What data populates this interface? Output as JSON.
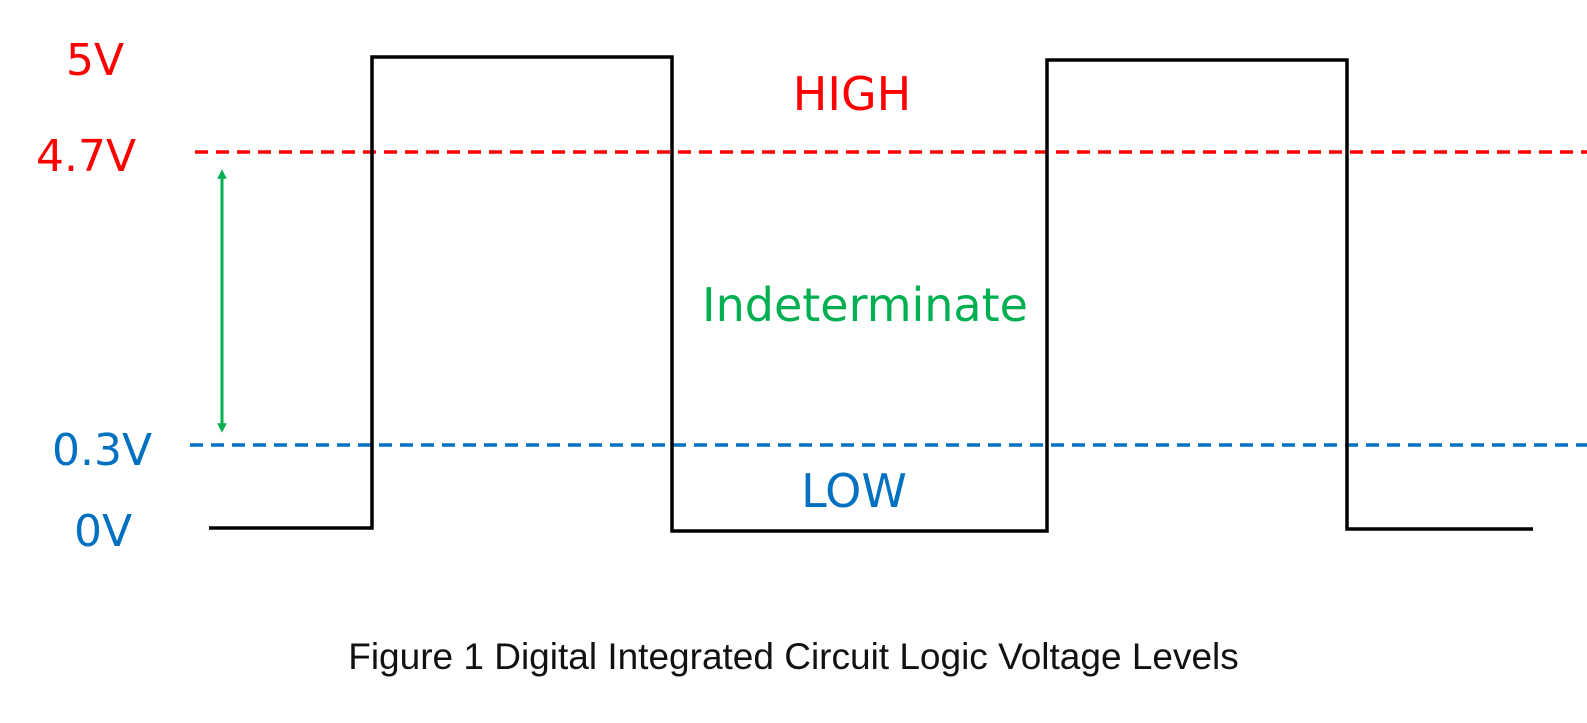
{
  "voltage_levels": [
    {
      "label": "5V",
      "value": 5,
      "color": "#ff0000"
    },
    {
      "label": "4.7V",
      "value": 4.7,
      "color": "#ff0000"
    },
    {
      "label": "0.3V",
      "value": 0.3,
      "color": "#0070c0"
    },
    {
      "label": "0V",
      "value": 0,
      "color": "#0070c0"
    }
  ],
  "thresholds": {
    "high": {
      "value": 4.7,
      "color": "#ff0000"
    },
    "low": {
      "value": 0.3,
      "color": "#0070c0"
    }
  },
  "zones": {
    "high": {
      "label": "HIGH",
      "color": "#ff0000"
    },
    "indeterminate": {
      "label": "Indeterminate",
      "color": "#00b050"
    },
    "low": {
      "label": "LOW",
      "color": "#0070c0"
    }
  },
  "waveform": {
    "color": "#000000",
    "levels": [
      "low",
      "high",
      "low",
      "high",
      "low"
    ]
  },
  "caption": "Figure 1 Digital Integrated Circuit Logic Voltage Levels"
}
